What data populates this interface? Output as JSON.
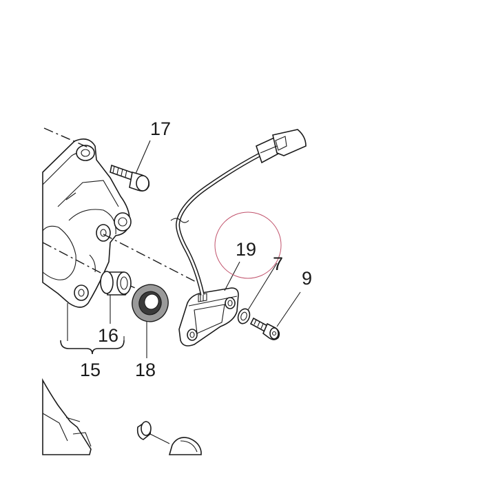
{
  "callouts": {
    "c7": "7",
    "c9": "9",
    "c15": "15",
    "c16": "16",
    "c17": "17",
    "c18": "18",
    "c19": "19"
  },
  "colors": {
    "line": "#1a1a1a",
    "highlight_circle": "#c0506a",
    "seal_fill": "#9a9a9a"
  }
}
